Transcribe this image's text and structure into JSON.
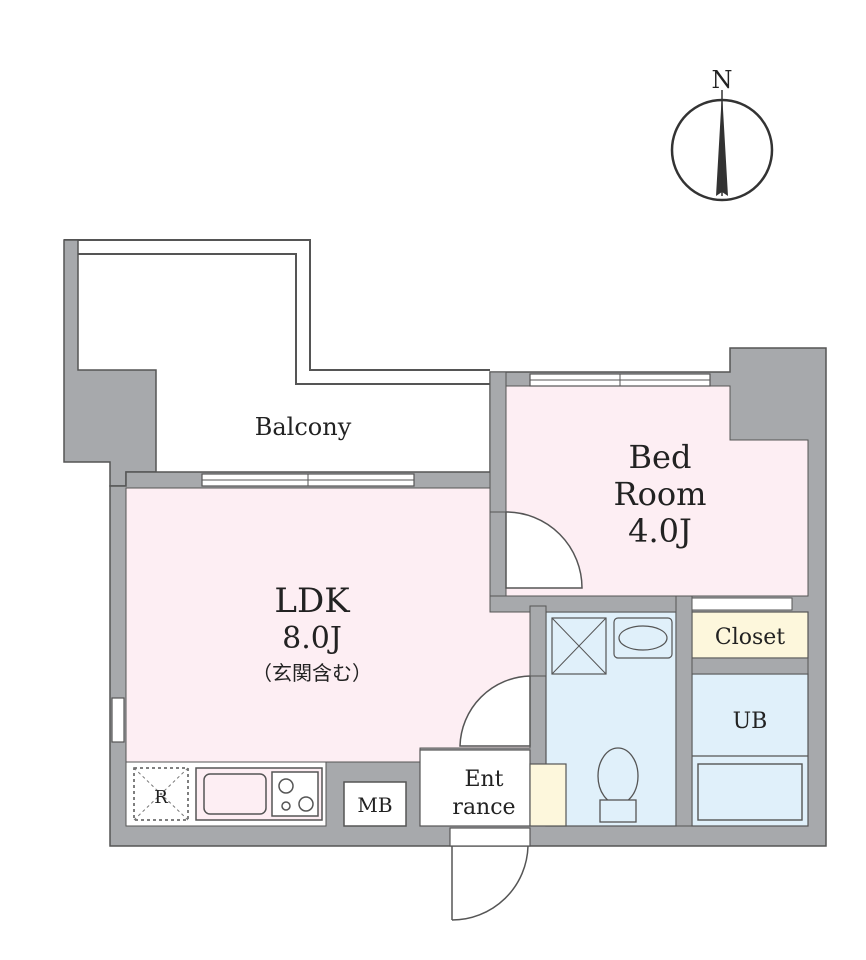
{
  "compass": {
    "label": "N"
  },
  "rooms": {
    "balcony": {
      "label": "Balcony"
    },
    "bedroom": {
      "line1": "Bed",
      "line2": "Room",
      "line3": "4.0J"
    },
    "ldk": {
      "line1": "LDK",
      "line2": "8.0J",
      "line3": "（玄関含む）"
    },
    "closet": {
      "label": "Closet"
    },
    "unit_bath": {
      "label": "UB"
    },
    "meter_box": {
      "label": "MB"
    },
    "entrance": {
      "line1": "Ent",
      "line2": "rance"
    },
    "refrigerator": {
      "label": "R"
    }
  },
  "colors": {
    "wall": "#a7a9ac",
    "wall_outline": "#555555",
    "living_fill": "#fdeef3",
    "wet_fill": "#e0f0fa",
    "closet_fill": "#fdf7dc",
    "line": "#444444"
  }
}
